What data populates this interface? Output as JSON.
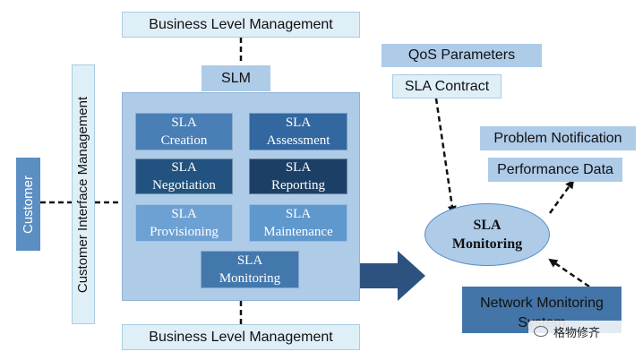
{
  "bl_top": "Business Level Management",
  "bl_bottom": "Business Level Management",
  "slm": "SLM",
  "customer": "Customer",
  "cim": "Customer Interface Management",
  "tiles": {
    "creation": "SLA\nCreation",
    "assessment": "SLA\nAssessment",
    "negotiation": "SLA\nNegotiation",
    "reporting": "SLA\nReporting",
    "provisioning": "SLA\nProvisioning",
    "maintenance": "SLA\nMaintenance",
    "monitoring": "SLA\nMonitoring"
  },
  "qos": "QoS Parameters",
  "sla_contract": "SLA Contract",
  "problem_notification": "Problem Notification",
  "performance_data": "Performance Data",
  "sla_monitoring": "SLA\nMonitoring",
  "network_monitoring": "Network Monitoring System",
  "watermark": "格物修齐",
  "colors": {
    "pale": "#dfeff7",
    "light_blue": "#aecbe8",
    "steel_blue": "#5b8ec3",
    "dark_blue": "#2f5b87",
    "arrow": "#2e5280"
  }
}
